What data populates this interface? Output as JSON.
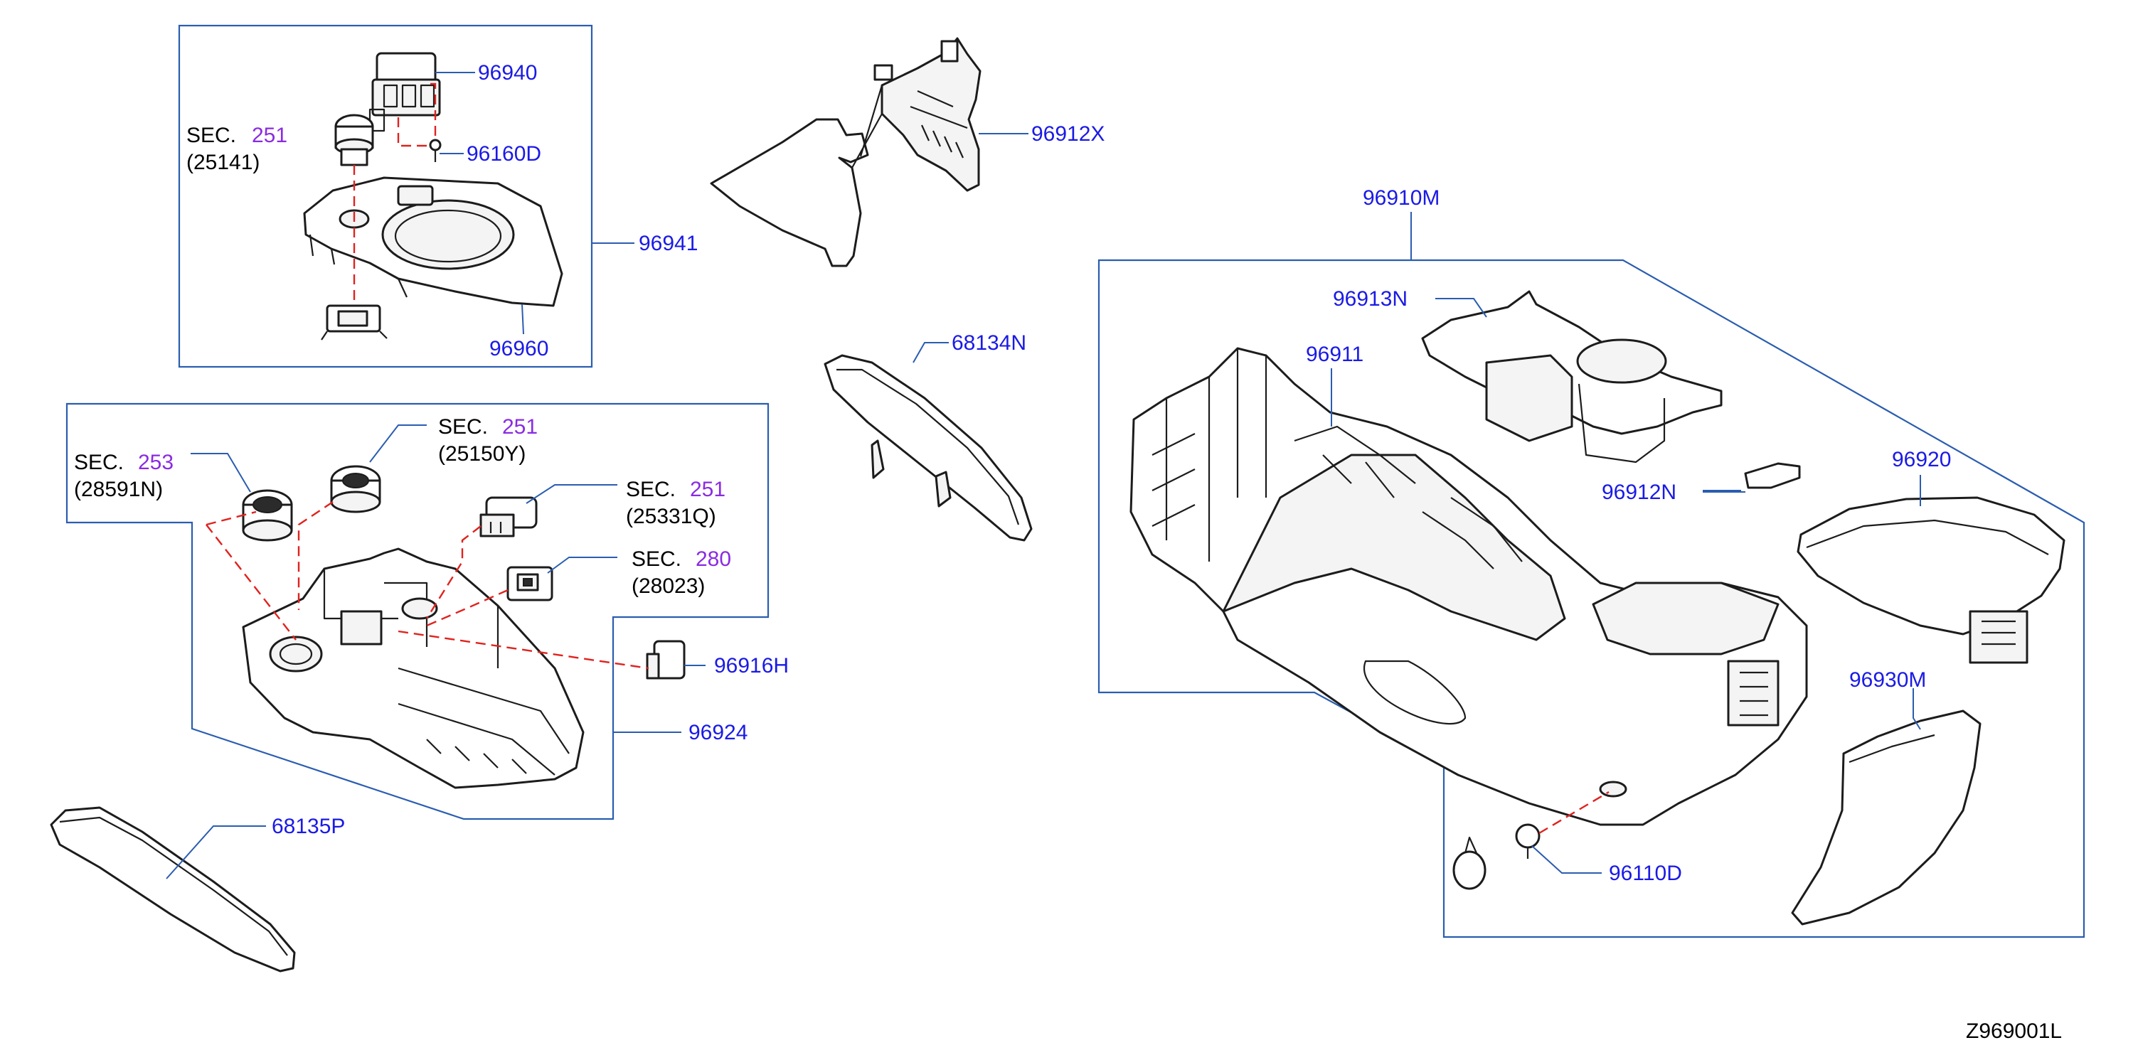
{
  "diagram": {
    "part_numbers": {
      "p96940": "96940",
      "p96160D": "96160D",
      "p96941": "96941",
      "p96960": "96960",
      "p96912X": "96912X",
      "p96910M": "96910M",
      "p96913N": "96913N",
      "p96911": "96911",
      "p68134N": "68134N",
      "p96920": "96920",
      "p96912N": "96912N",
      "p96930M": "96930M",
      "p96110D": "96110D",
      "p96916H": "96916H",
      "p96924": "96924",
      "p68135P": "68135P"
    },
    "section_refs": [
      {
        "prefix": "SEC.",
        "section": "251",
        "part": "(25141)"
      },
      {
        "prefix": "SEC.",
        "section": "251",
        "part": "(25150Y)"
      },
      {
        "prefix": "SEC.",
        "section": "253",
        "part": "(28591N)"
      },
      {
        "prefix": "SEC.",
        "section": "251",
        "part": "(25331Q)"
      },
      {
        "prefix": "SEC.",
        "section": "280",
        "part": "(28023)"
      }
    ],
    "drawing_code": "Z969001L"
  },
  "colors": {
    "part_number": "#1a1ae6",
    "section_number": "#8a2be2",
    "frame_line": "#2a5db0",
    "dashed_line": "#e0221e",
    "drawing_stroke": "#1c1c1c"
  }
}
